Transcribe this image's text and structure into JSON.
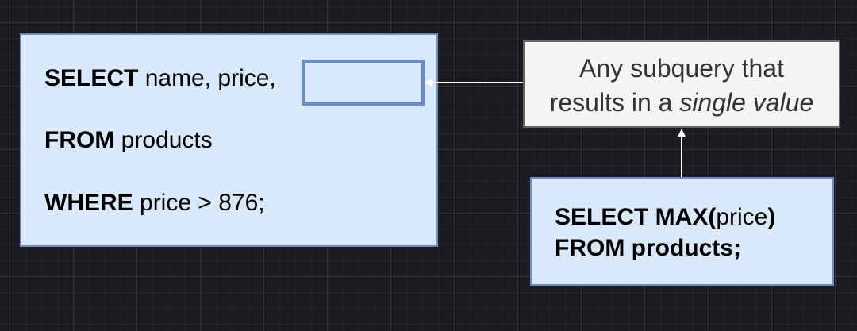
{
  "main_query": {
    "select_kw": "SELECT",
    "select_rest": " name, price,",
    "from_kw": "FROM",
    "from_rest": " products",
    "where_kw": "WHERE",
    "where_rest": " price > 876;"
  },
  "note": {
    "line1": "Any subquery that",
    "line2_prefix": "results in a ",
    "line2_emphasis": "single value"
  },
  "subquery": {
    "select_max": "SELECT MAX(",
    "arg": "price",
    "close": ")",
    "from_line": "FROM products;"
  },
  "colors": {
    "background": "#1e1a21",
    "box_fill": "#dae8fc",
    "box_stroke": "#6c8ebf",
    "note_fill": "#f5f5f5",
    "note_stroke": "#666666",
    "arrow": "#ffffff"
  }
}
